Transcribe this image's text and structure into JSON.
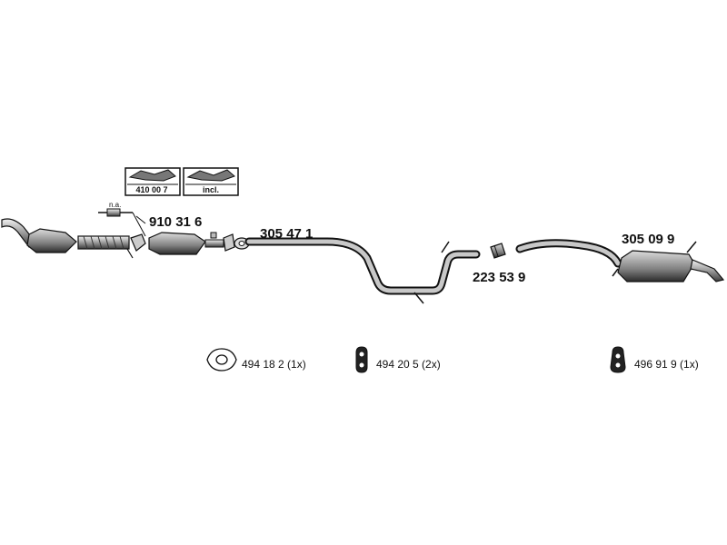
{
  "parts": {
    "kit_box_1": "410 00 7",
    "kit_box_2": "incl.",
    "na_note": "n.a.",
    "front_pipe": "910 31 6",
    "middle_pipe": "305 47 1",
    "connector": "223 53 9",
    "rear_silencer": "305 09 9"
  },
  "accessories": [
    {
      "code": "494 18 2 (1x)",
      "icon": "gasket-icon"
    },
    {
      "code": "494 20 5 (2x)",
      "icon": "rubber-hanger-icon"
    },
    {
      "code": "496 91 9 (1x)",
      "icon": "rubber-ring-icon"
    }
  ]
}
